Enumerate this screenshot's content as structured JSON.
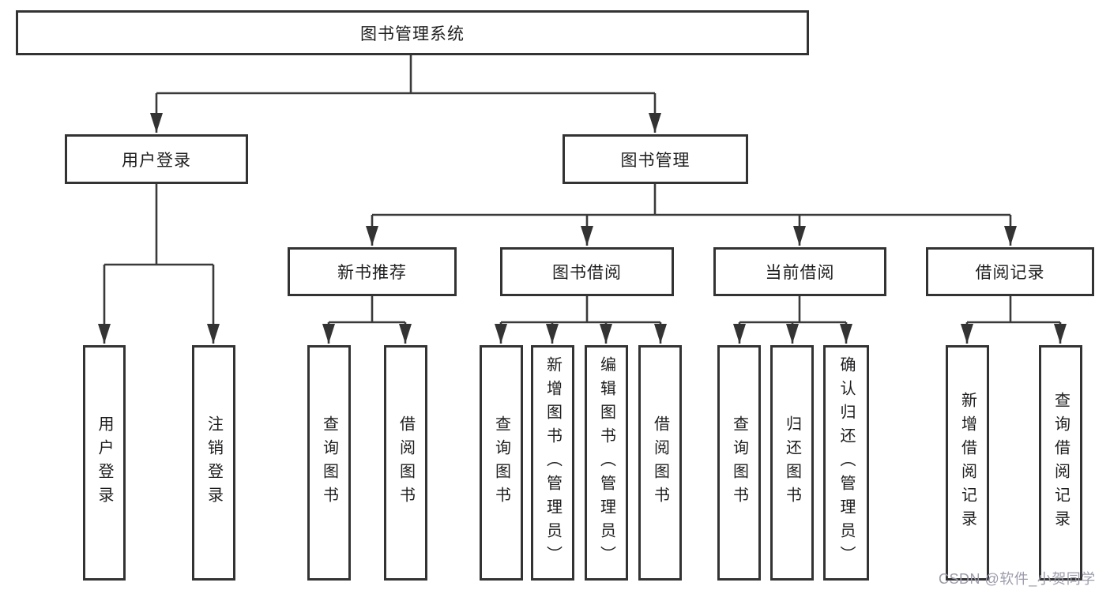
{
  "diagram": {
    "type": "hierarchy-tree",
    "root": {
      "label": "图书管理系统",
      "children": [
        {
          "label": "用户登录",
          "children": [
            {
              "label": "用户登录"
            },
            {
              "label": "注销登录"
            }
          ]
        },
        {
          "label": "图书管理",
          "children": [
            {
              "label": "新书推荐",
              "children": [
                {
                  "label": "查询图书"
                },
                {
                  "label": "借阅图书"
                }
              ]
            },
            {
              "label": "图书借阅",
              "children": [
                {
                  "label": "查询图书"
                },
                {
                  "label": "新增图书（管理员）"
                },
                {
                  "label": "编辑图书（管理员）"
                },
                {
                  "label": "借阅图书"
                }
              ]
            },
            {
              "label": "当前借阅",
              "children": [
                {
                  "label": "查询图书"
                },
                {
                  "label": "归还图书"
                },
                {
                  "label": "确认归还（管理员）"
                }
              ]
            },
            {
              "label": "借阅记录",
              "children": [
                {
                  "label": "新增借阅记录"
                },
                {
                  "label": "查询借阅记录"
                }
              ]
            }
          ]
        }
      ]
    }
  },
  "watermark": {
    "text": "CSDN @软件_小贺同学"
  },
  "colors": {
    "line": "#3a3a3a",
    "box_border": "#333333",
    "text": "#1d1d1f",
    "watermark": "#9c9cac",
    "background": "#ffffff"
  }
}
